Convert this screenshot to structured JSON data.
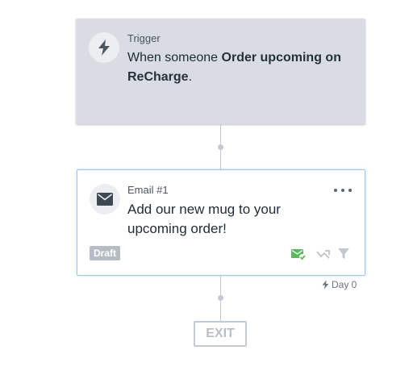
{
  "trigger": {
    "label": "Trigger",
    "text_prefix": "When someone ",
    "event_name": "Order upcoming on ReCharge",
    "text_suffix": "."
  },
  "email": {
    "label": "Email #1",
    "subject": "Add our new mug to your upcoming order!",
    "status": "Draft"
  },
  "delay": {
    "label": "Day 0"
  },
  "exit": {
    "label": "EXIT"
  },
  "colors": {
    "trigger_bg": "#d9dde3",
    "card_border": "#9cc8ee",
    "success_green": "#5cb85c",
    "connector": "#c5cad0"
  },
  "icons": {
    "trigger": "lightning-bolt-icon",
    "email": "envelope-icon",
    "more": "more-horizontal-icon",
    "smart_sending": "envelope-check-icon",
    "ab_test": "split-icon",
    "filter": "filter-icon",
    "delay": "lightning-bolt-icon"
  }
}
